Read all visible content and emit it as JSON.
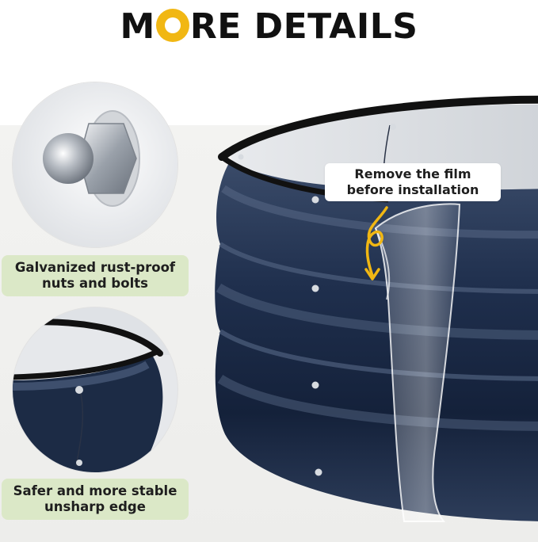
{
  "heading": {
    "before": "M",
    "o_letter": "O",
    "after": "RE DETAILS"
  },
  "details": [
    {
      "icon": "acorn-nut-icon",
      "caption_line1": "Galvanized rust-proof",
      "caption_line2": "nuts and bolts"
    },
    {
      "icon": "rolled-edge-icon",
      "caption_line1": "Safer and more stable",
      "caption_line2": "unsharp edge"
    }
  ],
  "callout": {
    "line1": "Remove the film",
    "line2": "before installation"
  },
  "colors": {
    "accent_yellow": "#f1b713",
    "caption_green": "#dbe8c7",
    "bed_navy": "#1c2b45",
    "rim_black": "#111111"
  }
}
